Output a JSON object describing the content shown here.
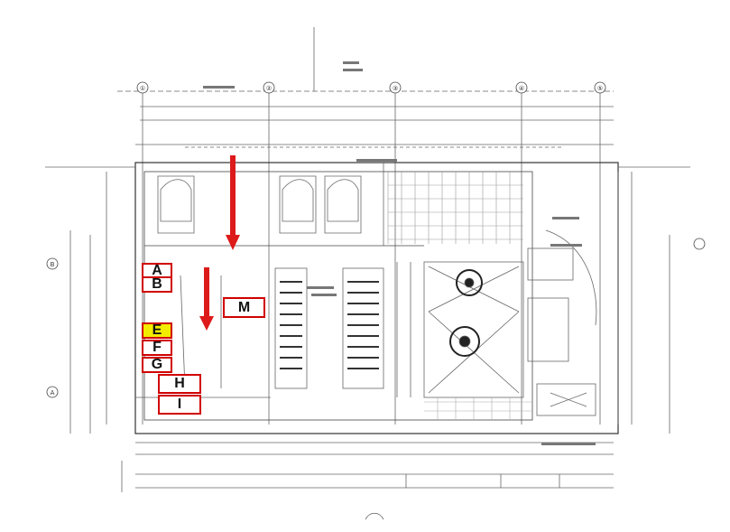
{
  "labels": {
    "A": "A",
    "B": "B",
    "E": "E",
    "F": "F",
    "G": "G",
    "H": "H",
    "I": "I",
    "M": "M"
  },
  "grid_markers": [
    "①",
    "②",
    "③",
    "④",
    "⑤"
  ],
  "row_markers": [
    "B",
    "A"
  ],
  "colors": {
    "label_border": "#d00000",
    "label_highlight": "#f2ec00",
    "arrow": "#dd1a1a",
    "drawing_line": "#555555"
  }
}
